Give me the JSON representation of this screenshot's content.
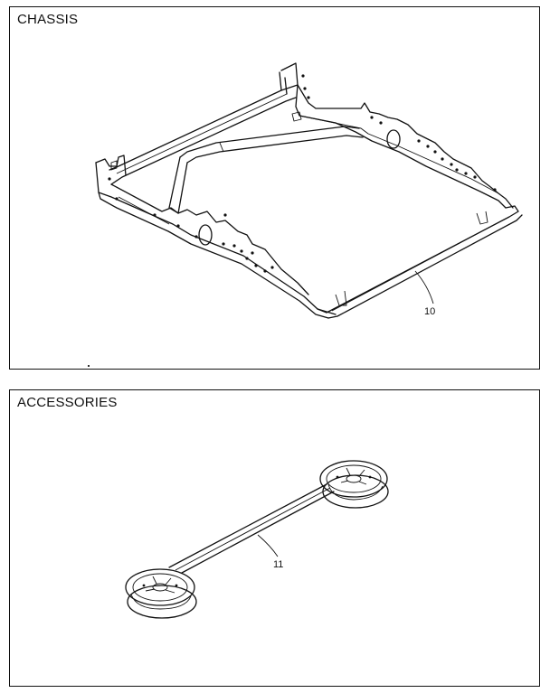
{
  "sections": {
    "chassis": {
      "title": "CHASSIS",
      "part_label": "10"
    },
    "accessories": {
      "title": "ACCESSORIES",
      "part_label": "11"
    }
  },
  "colors": {
    "line": "#111111",
    "background": "#ffffff"
  }
}
